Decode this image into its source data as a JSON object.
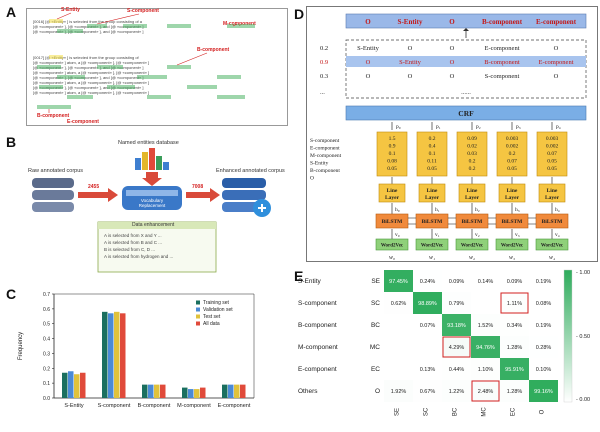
{
  "panels": {
    "a": "A",
    "b": "B",
    "c": "C",
    "d": "D",
    "e": "E"
  },
  "panelA": {
    "entity_labels": [
      "S-Entity",
      "S-component",
      "M-component",
      "B-component",
      "E-component",
      "B-component"
    ],
    "text_lines": [
      "[0016] [@ «Entity» ] is selected from the group consisting of a",
      "[@ «component» ], [@ «component» ], and [@ «component» ]",
      "[0017] [@ «Entity» ] is selected from the group consisting of",
      "[@ «component» ] atom, a [@ «component» ], [@ «component» ]",
      "[@ «component» ], [@ «component» ], and [@ «component» ]"
    ]
  },
  "panelB": {
    "db_title": "Named entities database",
    "raw_label": "Raw annotated corpus",
    "enhanced_label": "Enhanced annotated corpus",
    "raw_count": "2455",
    "enhanced_count": "7008",
    "vocab_label": "Vocabulary Replacement",
    "data_enh_label": "Data enhancement",
    "examples": [
      "A is selected from X and Y ...",
      "A is selected from B and C ...",
      "B is selected from C, D ...",
      "A is selected from hydrogen and ..."
    ]
  },
  "chart_data": {
    "type": "bar",
    "categories": [
      "S-Entity",
      "S-component",
      "B-component",
      "M-component",
      "E-component"
    ],
    "series": [
      {
        "name": "Training set",
        "values": [
          0.17,
          0.58,
          0.09,
          0.07,
          0.09
        ]
      },
      {
        "name": "Validation set",
        "values": [
          0.18,
          0.57,
          0.09,
          0.06,
          0.09
        ]
      },
      {
        "name": "Test set",
        "values": [
          0.16,
          0.58,
          0.09,
          0.06,
          0.09
        ]
      },
      {
        "name": "All data",
        "values": [
          0.17,
          0.57,
          0.09,
          0.07,
          0.09
        ]
      }
    ],
    "colors": [
      "#1a6f5f",
      "#4a8ad6",
      "#e0c23c",
      "#e04a3a"
    ],
    "ylabel": "Frequency",
    "ylim": [
      0,
      0.7
    ],
    "yticks": [
      "0.0",
      "0.1",
      "0.2",
      "0.3",
      "0.4",
      "0.5",
      "0.6",
      "0.7"
    ]
  },
  "panelD": {
    "top_tags": [
      "O",
      "S-Entity",
      "O",
      "B-component",
      "E-component"
    ],
    "score_rows": [
      {
        "score": "0.2",
        "tags": [
          "S-Entity",
          "O",
          "O",
          "E-component",
          "O"
        ]
      },
      {
        "score": "0.9",
        "tags": [
          "O",
          "S-Entity",
          "O",
          "B-component",
          "E-component"
        ]
      },
      {
        "score": "0.3",
        "tags": [
          "O",
          "O",
          "O",
          "S-component",
          "O"
        ]
      }
    ],
    "ellipsis": "......",
    "dots": "...",
    "crf": "CRF",
    "p_labels": [
      "p₀",
      "p₁",
      "p₂",
      "p₃",
      "p₄"
    ],
    "prob_labels": [
      "S-component",
      "E-component",
      "M-component",
      "S-Entity",
      "B-component",
      "O"
    ],
    "prob_cols": [
      [
        "1.5",
        "0.9",
        "0.1",
        "0.08",
        "0.05"
      ],
      [
        "0.2",
        "0.4",
        "0.1",
        "0.11",
        "0.05"
      ],
      [
        "0.09",
        "0.02",
        "0.03",
        "0.2",
        "0.2"
      ],
      [
        "0.003",
        "0.002",
        "0.2",
        "0.07",
        "0.05"
      ],
      [
        "0.003",
        "0.002",
        "0.07",
        "0.05",
        "0.05"
      ]
    ],
    "line_layer": "Line Layer",
    "bilstm": "BiLSTM",
    "h_labels": [
      "h₀",
      "h₁",
      "h₂",
      "h₃",
      "h₄"
    ],
    "v_labels": [
      "v₀",
      "v₁",
      "v₂",
      "v₃",
      "v₄"
    ],
    "word2vec": "Word2Vec",
    "w_labels": [
      "w₀",
      "w₁",
      "w₂",
      "w₃",
      "w₄"
    ]
  },
  "heatmap": {
    "row_names": [
      "S-Entity",
      "S-component",
      "B-component",
      "M-component",
      "E-component",
      "Others"
    ],
    "row_codes": [
      "SE",
      "SC",
      "BC",
      "MC",
      "EC",
      "O"
    ],
    "col_codes": [
      "SE",
      "SC",
      "BC",
      "MC",
      "EC",
      "O"
    ],
    "cells": [
      [
        "97.45%",
        "0.24%",
        "0.09%",
        "0.14%",
        "0.09%",
        "0.19%"
      ],
      [
        "0.62%",
        "98.89%",
        "0.79%",
        "",
        "1.11%",
        "0.08%"
      ],
      [
        "",
        "0.07%",
        "93.18%",
        "1.52%",
        "0.34%",
        "0.19%"
      ],
      [
        "",
        "",
        "4.29%",
        "94.76%",
        "1.28%",
        "0.28%"
      ],
      [
        "",
        "0.13%",
        "0.44%",
        "1.10%",
        "95.91%",
        "0.10%"
      ],
      [
        "1.92%",
        "0.67%",
        "1.22%",
        "2.48%",
        "1.28%",
        "99.16%"
      ]
    ],
    "values": [
      [
        97.45,
        0.24,
        0.09,
        0.14,
        0.09,
        0.19
      ],
      [
        0.62,
        98.89,
        0.79,
        0,
        1.11,
        0.08
      ],
      [
        0,
        0.07,
        93.18,
        1.52,
        0.34,
        0.19
      ],
      [
        0,
        0,
        4.29,
        94.76,
        1.28,
        0.28
      ],
      [
        0,
        0.13,
        0.44,
        1.1,
        95.91,
        0.1
      ],
      [
        1.92,
        0.67,
        1.22,
        2.48,
        1.28,
        99.16
      ]
    ],
    "colorbar_ticks": [
      "1.00",
      "0.50",
      "0.00"
    ]
  }
}
